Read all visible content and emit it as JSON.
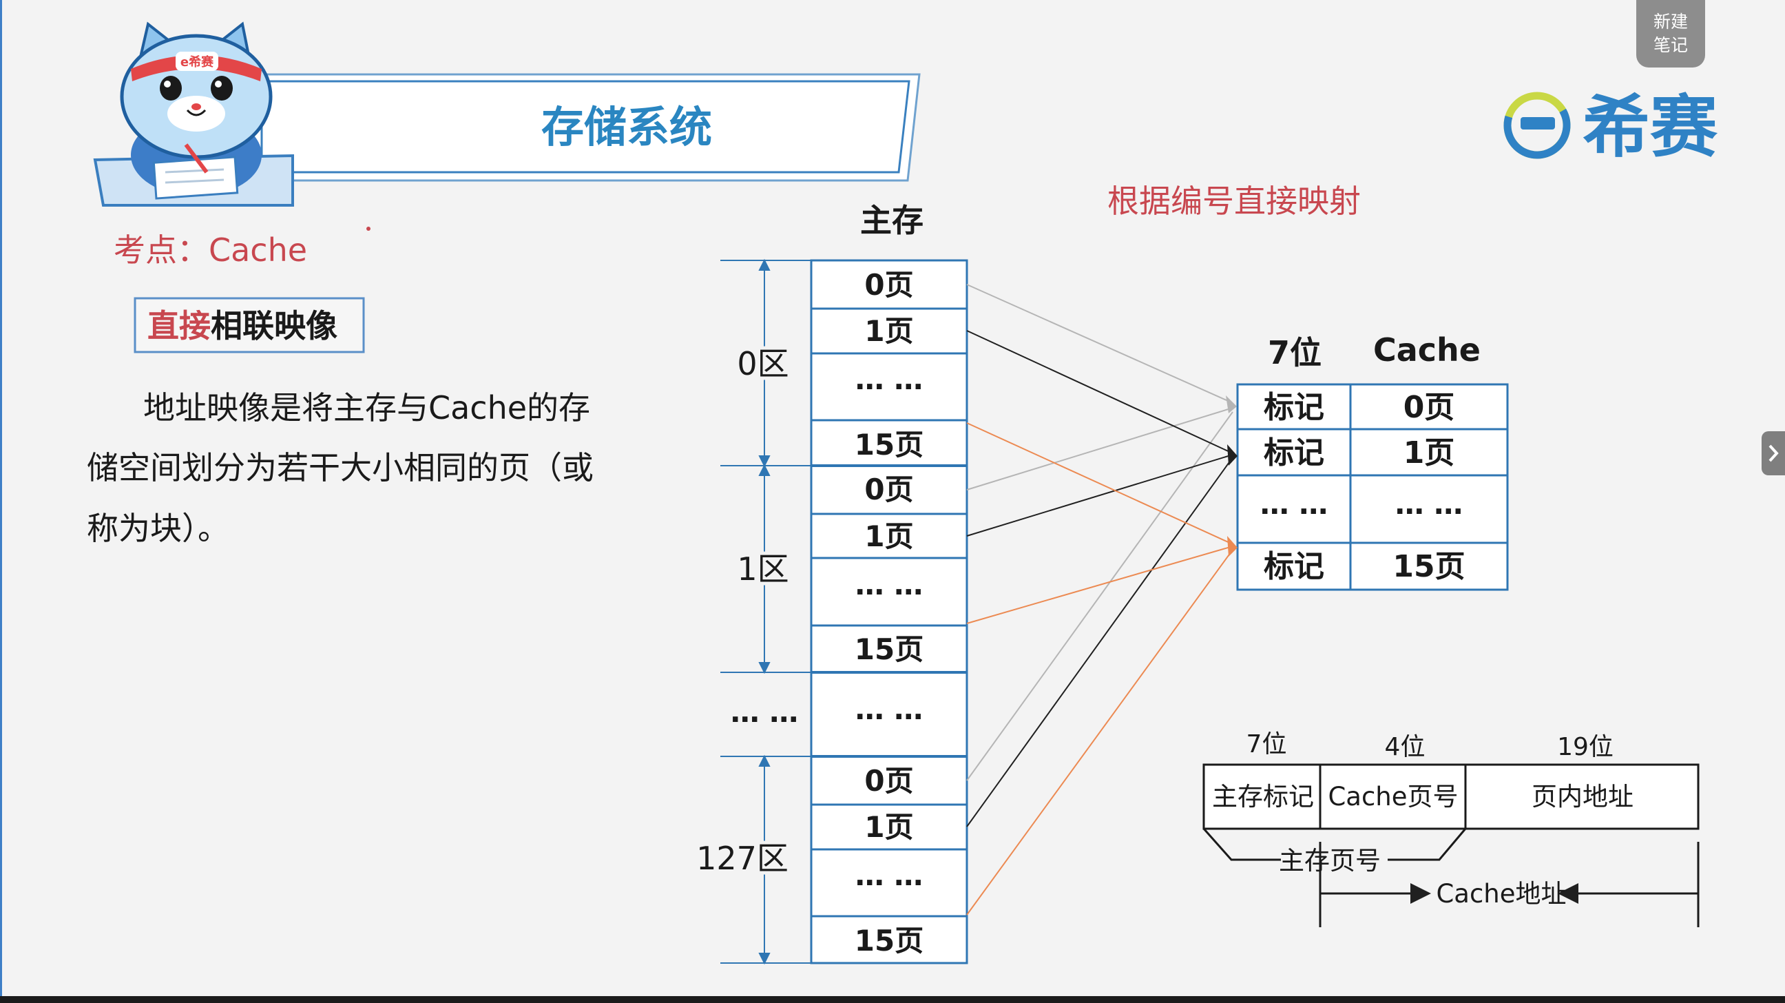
{
  "slide": {
    "title": "存储系统",
    "kaodian": "考点：Cache",
    "topic_highlight": "直接",
    "topic_rest": "相联映像",
    "paragraph_lines": [
      "地址映像是将主存与Cache的存",
      "储空间划分为若干大小相同的页（或",
      "称为块）。"
    ],
    "mapping_note": "根据编号直接映射"
  },
  "brand": {
    "name": "希赛",
    "badge": "e希赛"
  },
  "note_button": {
    "line1": "新建",
    "line2": "笔记"
  },
  "main_memory": {
    "title": "主存",
    "zones": [
      {
        "label": "0区",
        "pages": [
          "0页",
          "1页",
          "… …",
          "15页"
        ]
      },
      {
        "label": "1区",
        "pages": [
          "0页",
          "1页",
          "… …",
          "15页"
        ]
      },
      {
        "label": "… …",
        "pages": [
          "… …"
        ]
      },
      {
        "label": "127区",
        "pages": [
          "0页",
          "1页",
          "… …",
          "15页"
        ]
      }
    ]
  },
  "cache": {
    "tag_bits": "7位",
    "title": "Cache",
    "rows": [
      {
        "tag": "标记",
        "page": "0页"
      },
      {
        "tag": "标记",
        "page": "1页"
      },
      {
        "tag": "… …",
        "page": "… …"
      },
      {
        "tag": "标记",
        "page": "15页"
      }
    ]
  },
  "address_format": {
    "fields": [
      {
        "bits": "7位",
        "label": "主存标记"
      },
      {
        "bits": "4位",
        "label": "Cache页号"
      },
      {
        "bits": "19位",
        "label": "页内地址"
      }
    ],
    "main_page_label": "主存页号",
    "cache_addr_label": "Cache地址"
  },
  "colors": {
    "title_blue": "#2a86c1",
    "red_text": "#c8474f",
    "grid_blue": "#2f76b3",
    "arrow_gray": "#b5b5b5",
    "arrow_dark": "#202020",
    "arrow_orange": "#ec8a52"
  }
}
